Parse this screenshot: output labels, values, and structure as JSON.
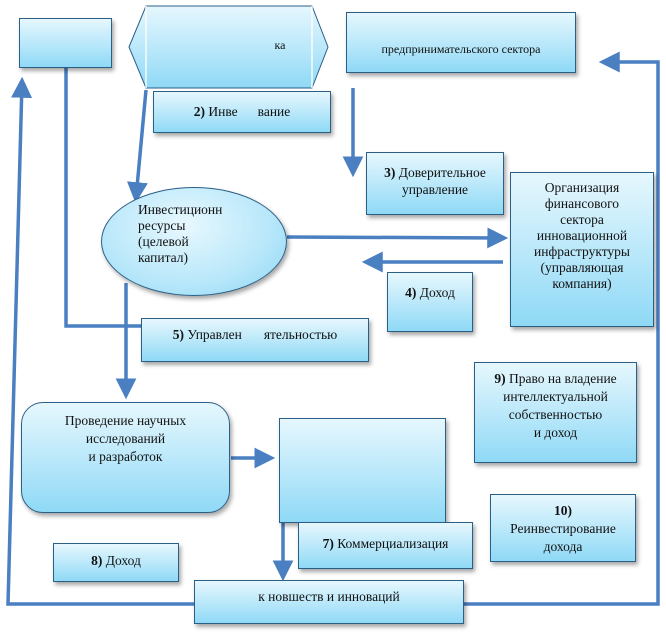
{
  "title_left": "",
  "banner_text": "ка",
  "title_right_text": "предпринимательского сектора",
  "n2": {
    "num": "2)",
    "text": "Инве",
    "text2": "вание"
  },
  "n3": {
    "num": "3)",
    "text": "Доверительное",
    "text2": "управление"
  },
  "org": [
    "Организация",
    "финансового",
    "сектора",
    "инновационной",
    "инфраструктуры",
    "(управляющая",
    "компания)"
  ],
  "res": [
    "Инвестиционн",
    "ресурсы",
    "(целевой",
    "капитал)"
  ],
  "n4": {
    "num": "4)",
    "text": "Доход"
  },
  "n5": {
    "num": "5)",
    "text": "Управлен",
    "text2": "ятельностью"
  },
  "rnd": [
    "Проведение научных",
    "исследований",
    "и разработок"
  ],
  "n9": {
    "num": "9)",
    "text": "Право на владение",
    "line2": "интеллектуальной",
    "line3": "собственностью",
    "line4": "и доход"
  },
  "n10": {
    "num": "10)",
    "line1": "Реинвестирование",
    "line2": "дохода"
  },
  "n7": {
    "num": "7)",
    "text": "Коммерциализация"
  },
  "n8": {
    "num": "8)",
    "text": "Доход"
  },
  "bottom_text": "к новшеств и инноваций",
  "colors": {
    "arrow": "#4a7fc1",
    "border": "#2c5f86",
    "fill": "#b7e7fa"
  }
}
